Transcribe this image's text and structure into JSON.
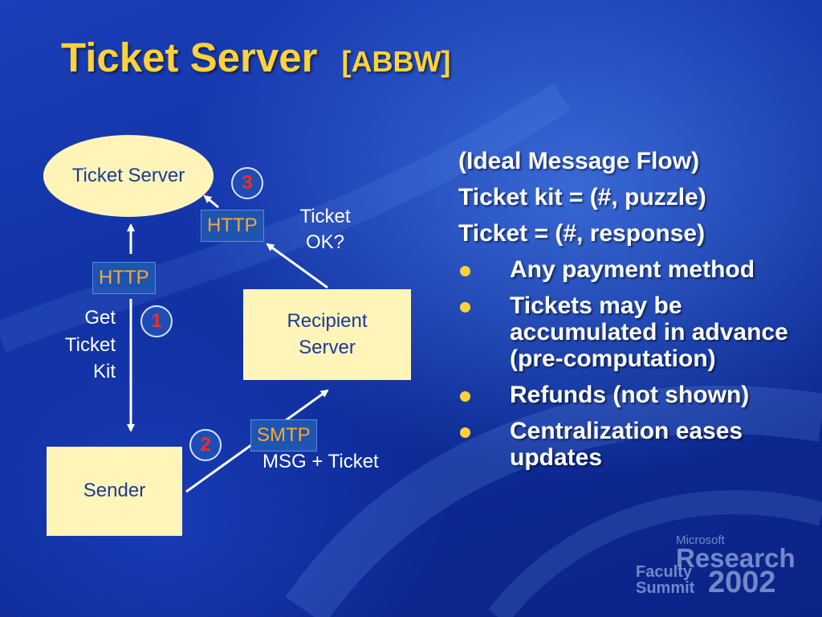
{
  "slide": {
    "title": "Ticket Server",
    "title_tag": "[ABBW]"
  },
  "diagram": {
    "nodes": {
      "ticket_server": "Ticket Server",
      "recipient_server_line1": "Recipient",
      "recipient_server_line2": "Server",
      "sender": "Sender"
    },
    "protocols": {
      "http_left": "HTTP",
      "http_right": "HTTP",
      "smtp": "SMTP"
    },
    "steps": {
      "step1": "1",
      "step2": "2",
      "step3": "3"
    },
    "labels": {
      "get_ticket_kit": [
        "Get",
        "Ticket",
        "Kit"
      ],
      "ticket_ok": [
        "Ticket",
        "OK?"
      ],
      "msg_ticket": "MSG + Ticket"
    }
  },
  "bullets": {
    "intro": [
      "(Ideal Message Flow)",
      "Ticket kit = (#, puzzle)",
      "Ticket = (#, response)"
    ],
    "items": [
      "Any payment method",
      "Tickets may be accumulated in advance (pre-computation)",
      "Refunds (not shown)",
      "Centralization eases updates"
    ]
  },
  "logo": {
    "company": "Microsoft",
    "word1": "Research",
    "word2": "Faculty",
    "word3": "Summit",
    "year": "2002"
  },
  "colors": {
    "title": "#ffd23a",
    "node_fill": "#fff5b8",
    "node_text": "#1a3a9c",
    "protocol_text": "#ffa437",
    "step_number": "#ff2a1a",
    "bullet_dot": "#ffd23a"
  }
}
